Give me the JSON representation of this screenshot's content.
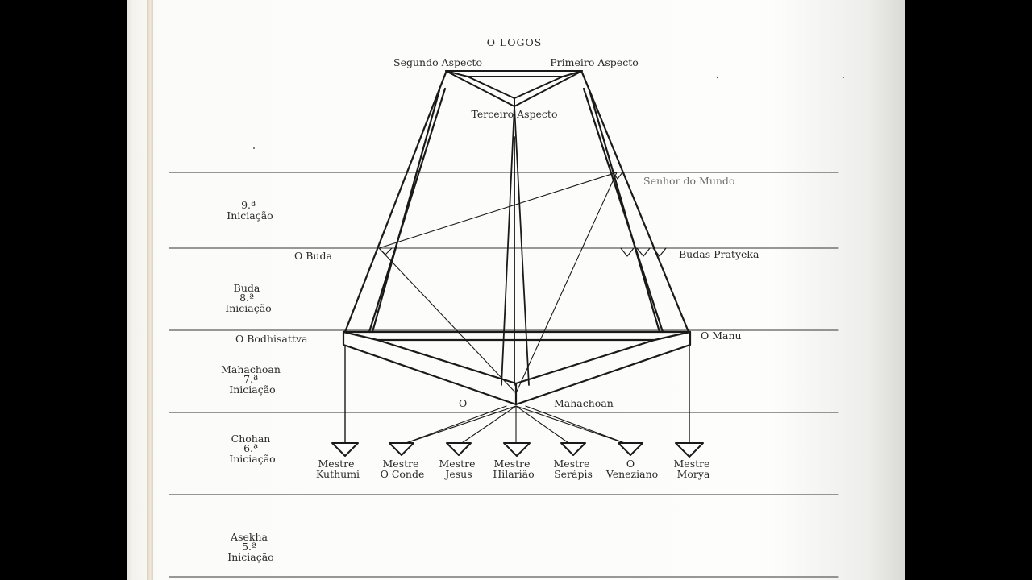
{
  "logos": {
    "title": "O LOGOS",
    "second_aspect": "Segundo  Aspecto",
    "first_aspect": "Primeiro  Aspecto",
    "third_aspect": "Terceiro  Aspecto"
  },
  "hierarchy": {
    "lord_of_world": "Senhor  do  Mundo",
    "buddha": "O  Buda",
    "pratyeka": "Budas  Pratyeka",
    "bodhisattva": "O  Bodhisattva",
    "manu": "O  Manu",
    "mahachoan_o": "O",
    "mahachoan": "Mahachoan"
  },
  "levels": [
    {
      "line1": "9.ª",
      "line2": "Iniciação",
      "line3": ""
    },
    {
      "line1": "Buda",
      "line2": "8.ª",
      "line3": "Iniciação"
    },
    {
      "line1": "Mahachoan",
      "line2": "7.ª",
      "line3": "Iniciação"
    },
    {
      "line1": "Chohan",
      "line2": "6.ª",
      "line3": "Iniciação"
    },
    {
      "line1": "Asekha",
      "line2": "5.ª",
      "line3": "Iniciação"
    }
  ],
  "masters": [
    {
      "line1": "Mestre",
      "line2": "Kuthumi"
    },
    {
      "line1": "Mestre",
      "line2": "O Conde"
    },
    {
      "line1": "Mestre",
      "line2": "Jesus"
    },
    {
      "line1": "Mestre",
      "line2": "Hilarião"
    },
    {
      "line1": "Mestre",
      "line2": "Serápis"
    },
    {
      "line1": "O",
      "line2": "Veneziano"
    },
    {
      "line1": "Mestre",
      "line2": "Morya"
    }
  ]
}
